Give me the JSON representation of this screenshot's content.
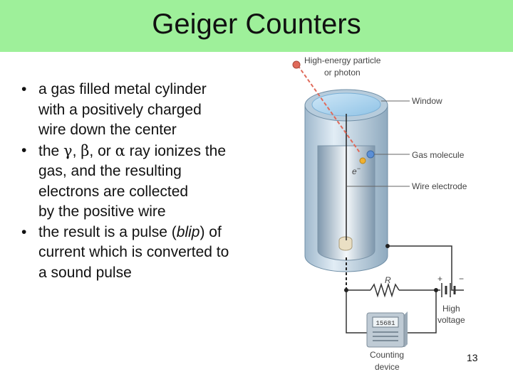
{
  "slide": {
    "title": "Geiger Counters",
    "bullets": [
      {
        "lines": [
          "a gas filled metal cylinder",
          "with a positively charged",
          "wire down the center"
        ]
      },
      {
        "line1_pre": "the ",
        "gamma": "γ",
        "sep1": ", ",
        "beta": "β",
        "sep2": ", or ",
        "alpha": "α",
        "line1_post": " ray ionizes the",
        "lines": [
          "gas, and the resulting",
          "electrons are collected",
          "by the positive wire"
        ]
      },
      {
        "line1_pre": "the result is a pulse (",
        "line1_italic": "blip",
        "line1_post": ") of",
        "lines": [
          "current which is converted to",
          "a sound pulse"
        ]
      }
    ],
    "page_number": "13"
  },
  "diagram": {
    "labels": {
      "particle_line1": "High-energy particle",
      "particle_line2": "or photon",
      "window": "Window",
      "gas_molecule": "Gas molecule",
      "electron": "e",
      "electron_sup": "−",
      "wire_electrode": "Wire electrode",
      "resistor": "R",
      "battery_plus": "+",
      "battery_minus": "−",
      "high_voltage_line1": "High",
      "high_voltage_line2": "voltage",
      "counting_line1": "Counting",
      "counting_line2": "device",
      "counter_display": "15681"
    },
    "colors": {
      "title_bar": "#9ef09a",
      "cylinder": "#c6d8e6",
      "particle": "#e06a5a",
      "molecule": "#5b8fd6",
      "electron_dot": "#f0b030"
    }
  }
}
